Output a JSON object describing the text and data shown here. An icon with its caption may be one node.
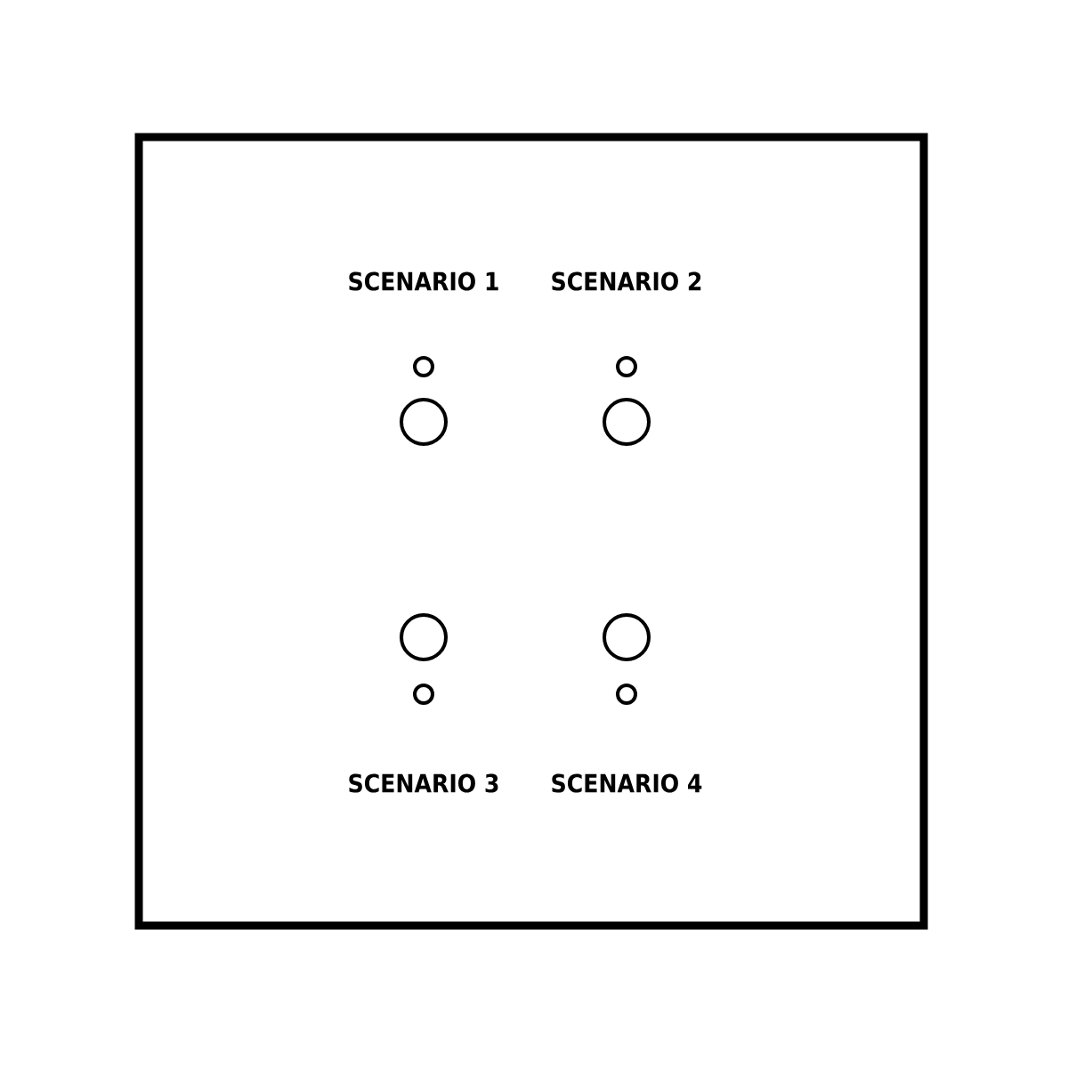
{
  "diagram": {
    "labels": [
      "SCENARIO 1",
      "SCENARIO 2",
      "SCENARIO 3",
      "SCENARIO 4"
    ]
  }
}
